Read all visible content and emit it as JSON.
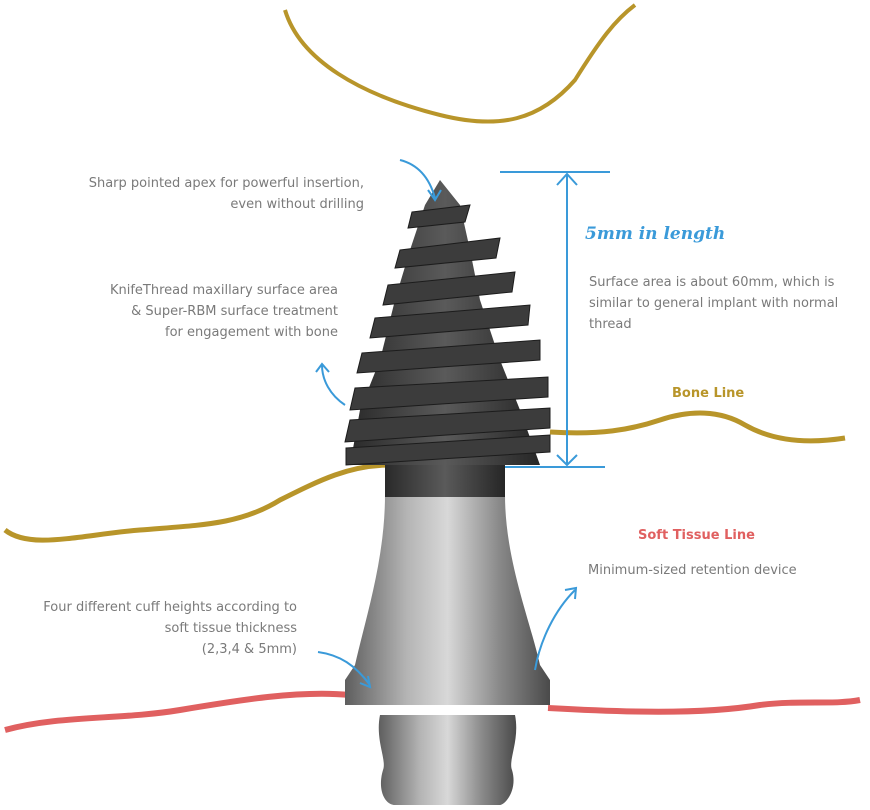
{
  "annotations": {
    "apex": [
      "Sharp pointed apex for powerful insertion,",
      "even without drilling"
    ],
    "thread": [
      "KnifeThread maxillary surface area",
      "& Super-RBM surface treatment",
      "for engagement with bone"
    ],
    "length_label": "5mm in length",
    "surface": [
      "Surface area is about 60mm, which is",
      "similar to general implant with normal",
      "thread"
    ],
    "bone_line": "Bone Line",
    "soft_tissue_line": "Soft Tissue Line",
    "retention": "Minimum-sized retention device",
    "cuff": [
      "Four different cuff heights according to",
      "soft tissue thickness",
      "(2,3,4 & 5mm)"
    ]
  },
  "colors": {
    "bone": "#b8952a",
    "soft_tissue": "#e06060",
    "measure": "#3a9ad9",
    "text": "#7a7a7a"
  }
}
